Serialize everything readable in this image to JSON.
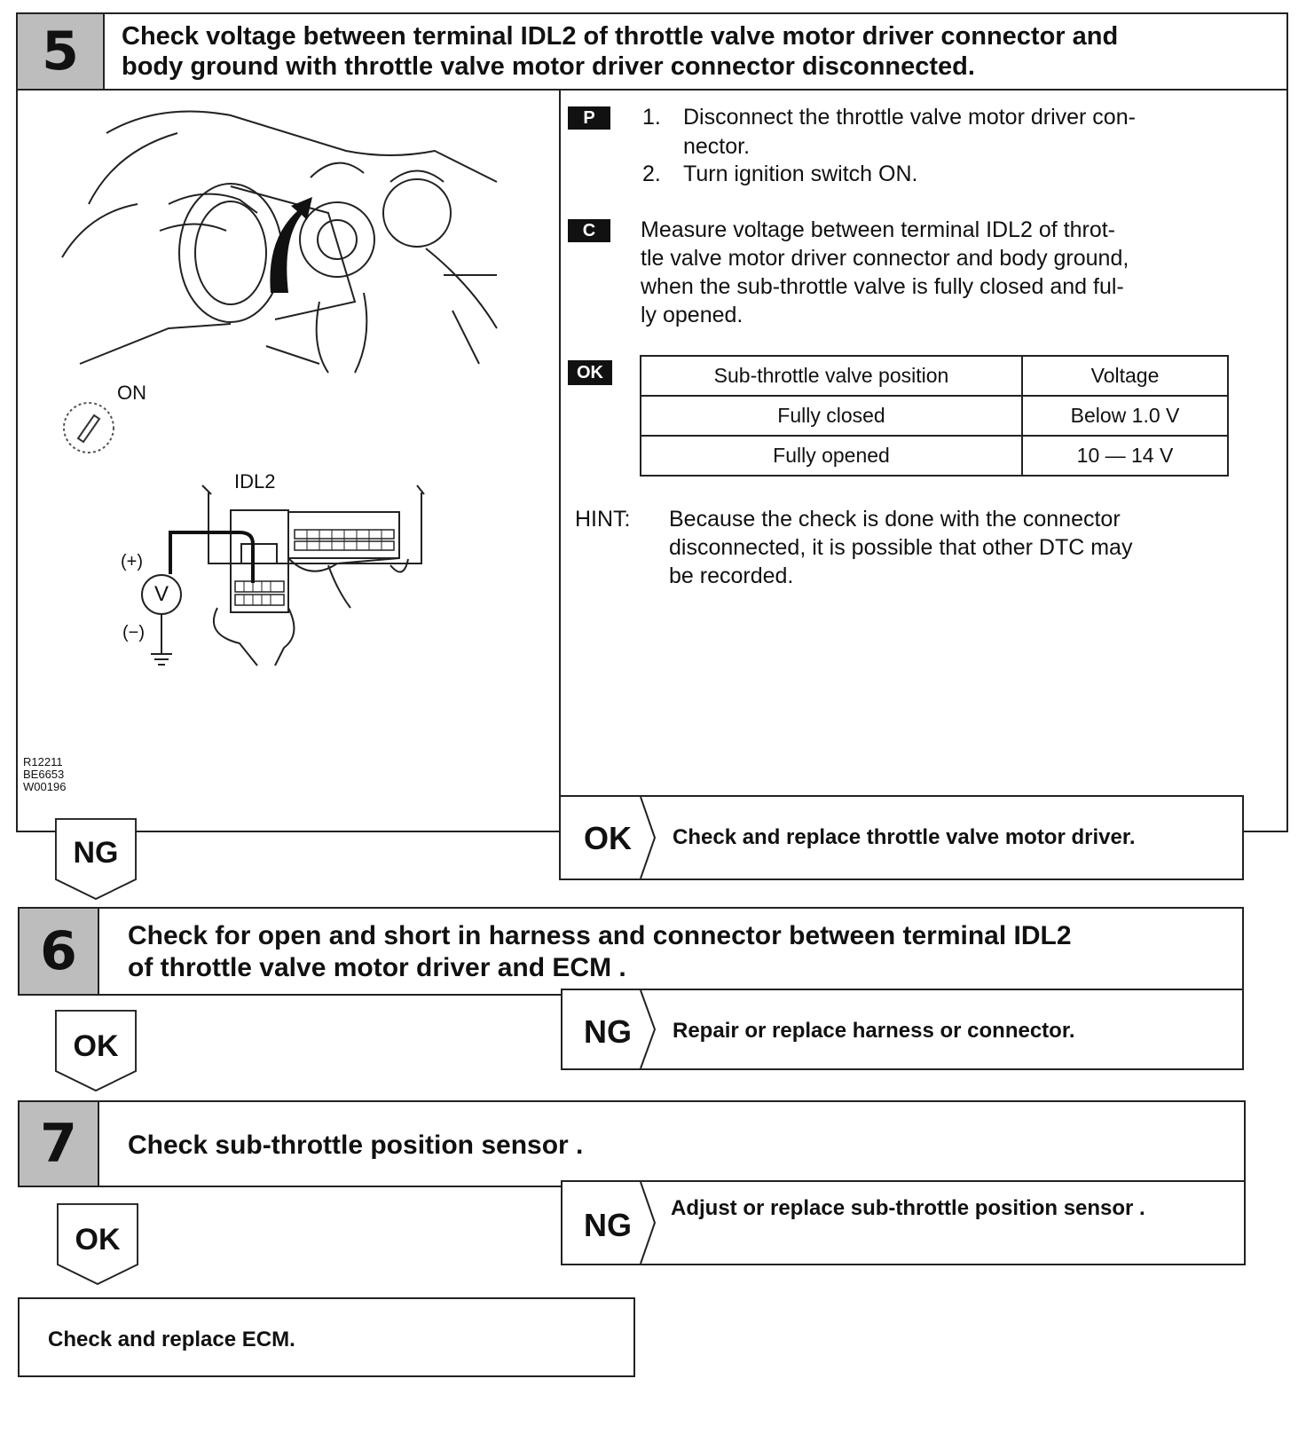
{
  "step5": {
    "number": "5",
    "title_line1": "Check voltage between terminal IDL2 of throttle valve motor driver connector and",
    "title_line2": "body ground with throttle valve motor driver connector disconnected.",
    "p_tag": "P",
    "p_items": [
      {
        "num": "1.",
        "line1": "Disconnect the throttle valve motor driver con-",
        "line2": "nector."
      },
      {
        "num": "2.",
        "line1": "Turn ignition switch ON."
      }
    ],
    "c_tag": "C",
    "c_lines": [
      "Measure voltage between terminal IDL2 of throt-",
      "tle valve motor driver connector and body ground,",
      "when the sub-throttle valve is fully closed and ful-",
      "ly opened."
    ],
    "ok_tag": "OK",
    "table": {
      "headers": [
        "Sub-throttle valve position",
        "Voltage"
      ],
      "rows": [
        [
          "Fully closed",
          "Below 1.0 V"
        ],
        [
          "Fully opened",
          "10 — 14 V"
        ]
      ]
    },
    "hint_label": "HINT:",
    "hint_lines": [
      "Because the check is done with the connector",
      "disconnected, it is possible that other DTC may",
      "be recorded."
    ],
    "figure": {
      "on_label": "ON",
      "idl2_label": "IDL2",
      "plus_label": "(+)",
      "minus_label": "(−)",
      "meter_label": "V",
      "codes": [
        "R12211",
        "BE6653",
        "W00196"
      ]
    },
    "result": {
      "key": "OK",
      "text": "Check and replace throttle valve motor driver."
    },
    "next_tag": "NG"
  },
  "step6": {
    "number": "6",
    "title_line1": "Check for open and short in harness and connector between terminal IDL2",
    "title_line2": "of throttle valve motor driver and ECM .",
    "next_tag": "OK",
    "result": {
      "key": "NG",
      "text": "Repair or replace harness or connector."
    }
  },
  "step7": {
    "number": "7",
    "title": "Check sub-throttle position sensor .",
    "next_tag": "OK",
    "result": {
      "key": "NG",
      "text": "Adjust or replace sub-throttle position sensor ."
    }
  },
  "final": {
    "text": "Check and replace ECM."
  }
}
